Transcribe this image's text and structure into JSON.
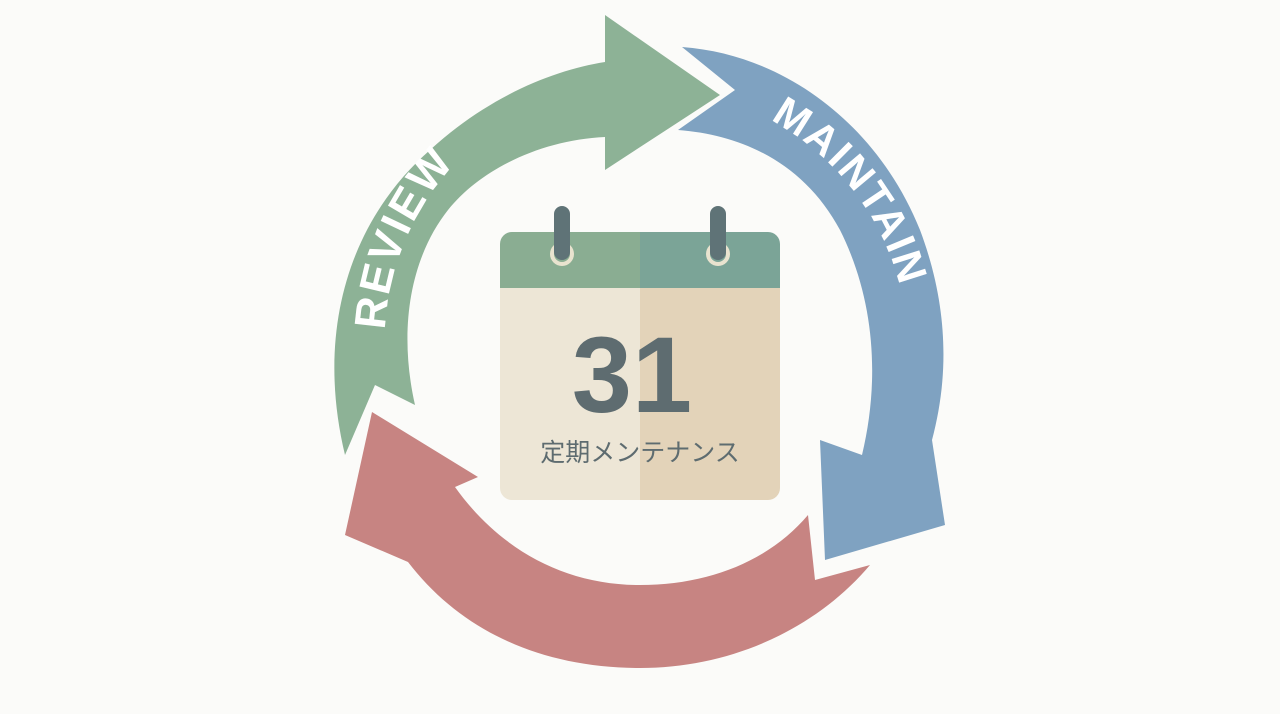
{
  "diagram": {
    "type": "cycle",
    "steps": [
      {
        "label": "REVIEW",
        "color": "#8db296",
        "position": "top-left"
      },
      {
        "label": "MAINTAIN",
        "color": "#7fa2c1",
        "position": "right"
      },
      {
        "label": "",
        "color": "#c78482",
        "position": "bottom"
      }
    ],
    "text_color": "#ffffff"
  },
  "calendar": {
    "day": "31",
    "caption": "定期メンテナンス",
    "colors": {
      "header_left": "#8aad92",
      "header_right": "#7ba497",
      "body_left": "#ede6d6",
      "body_right": "#e3d3b9",
      "text": "#5e6c70",
      "pin": "#5f7377",
      "ring": "#e9e3cf"
    }
  },
  "background": "#fbfbf9"
}
